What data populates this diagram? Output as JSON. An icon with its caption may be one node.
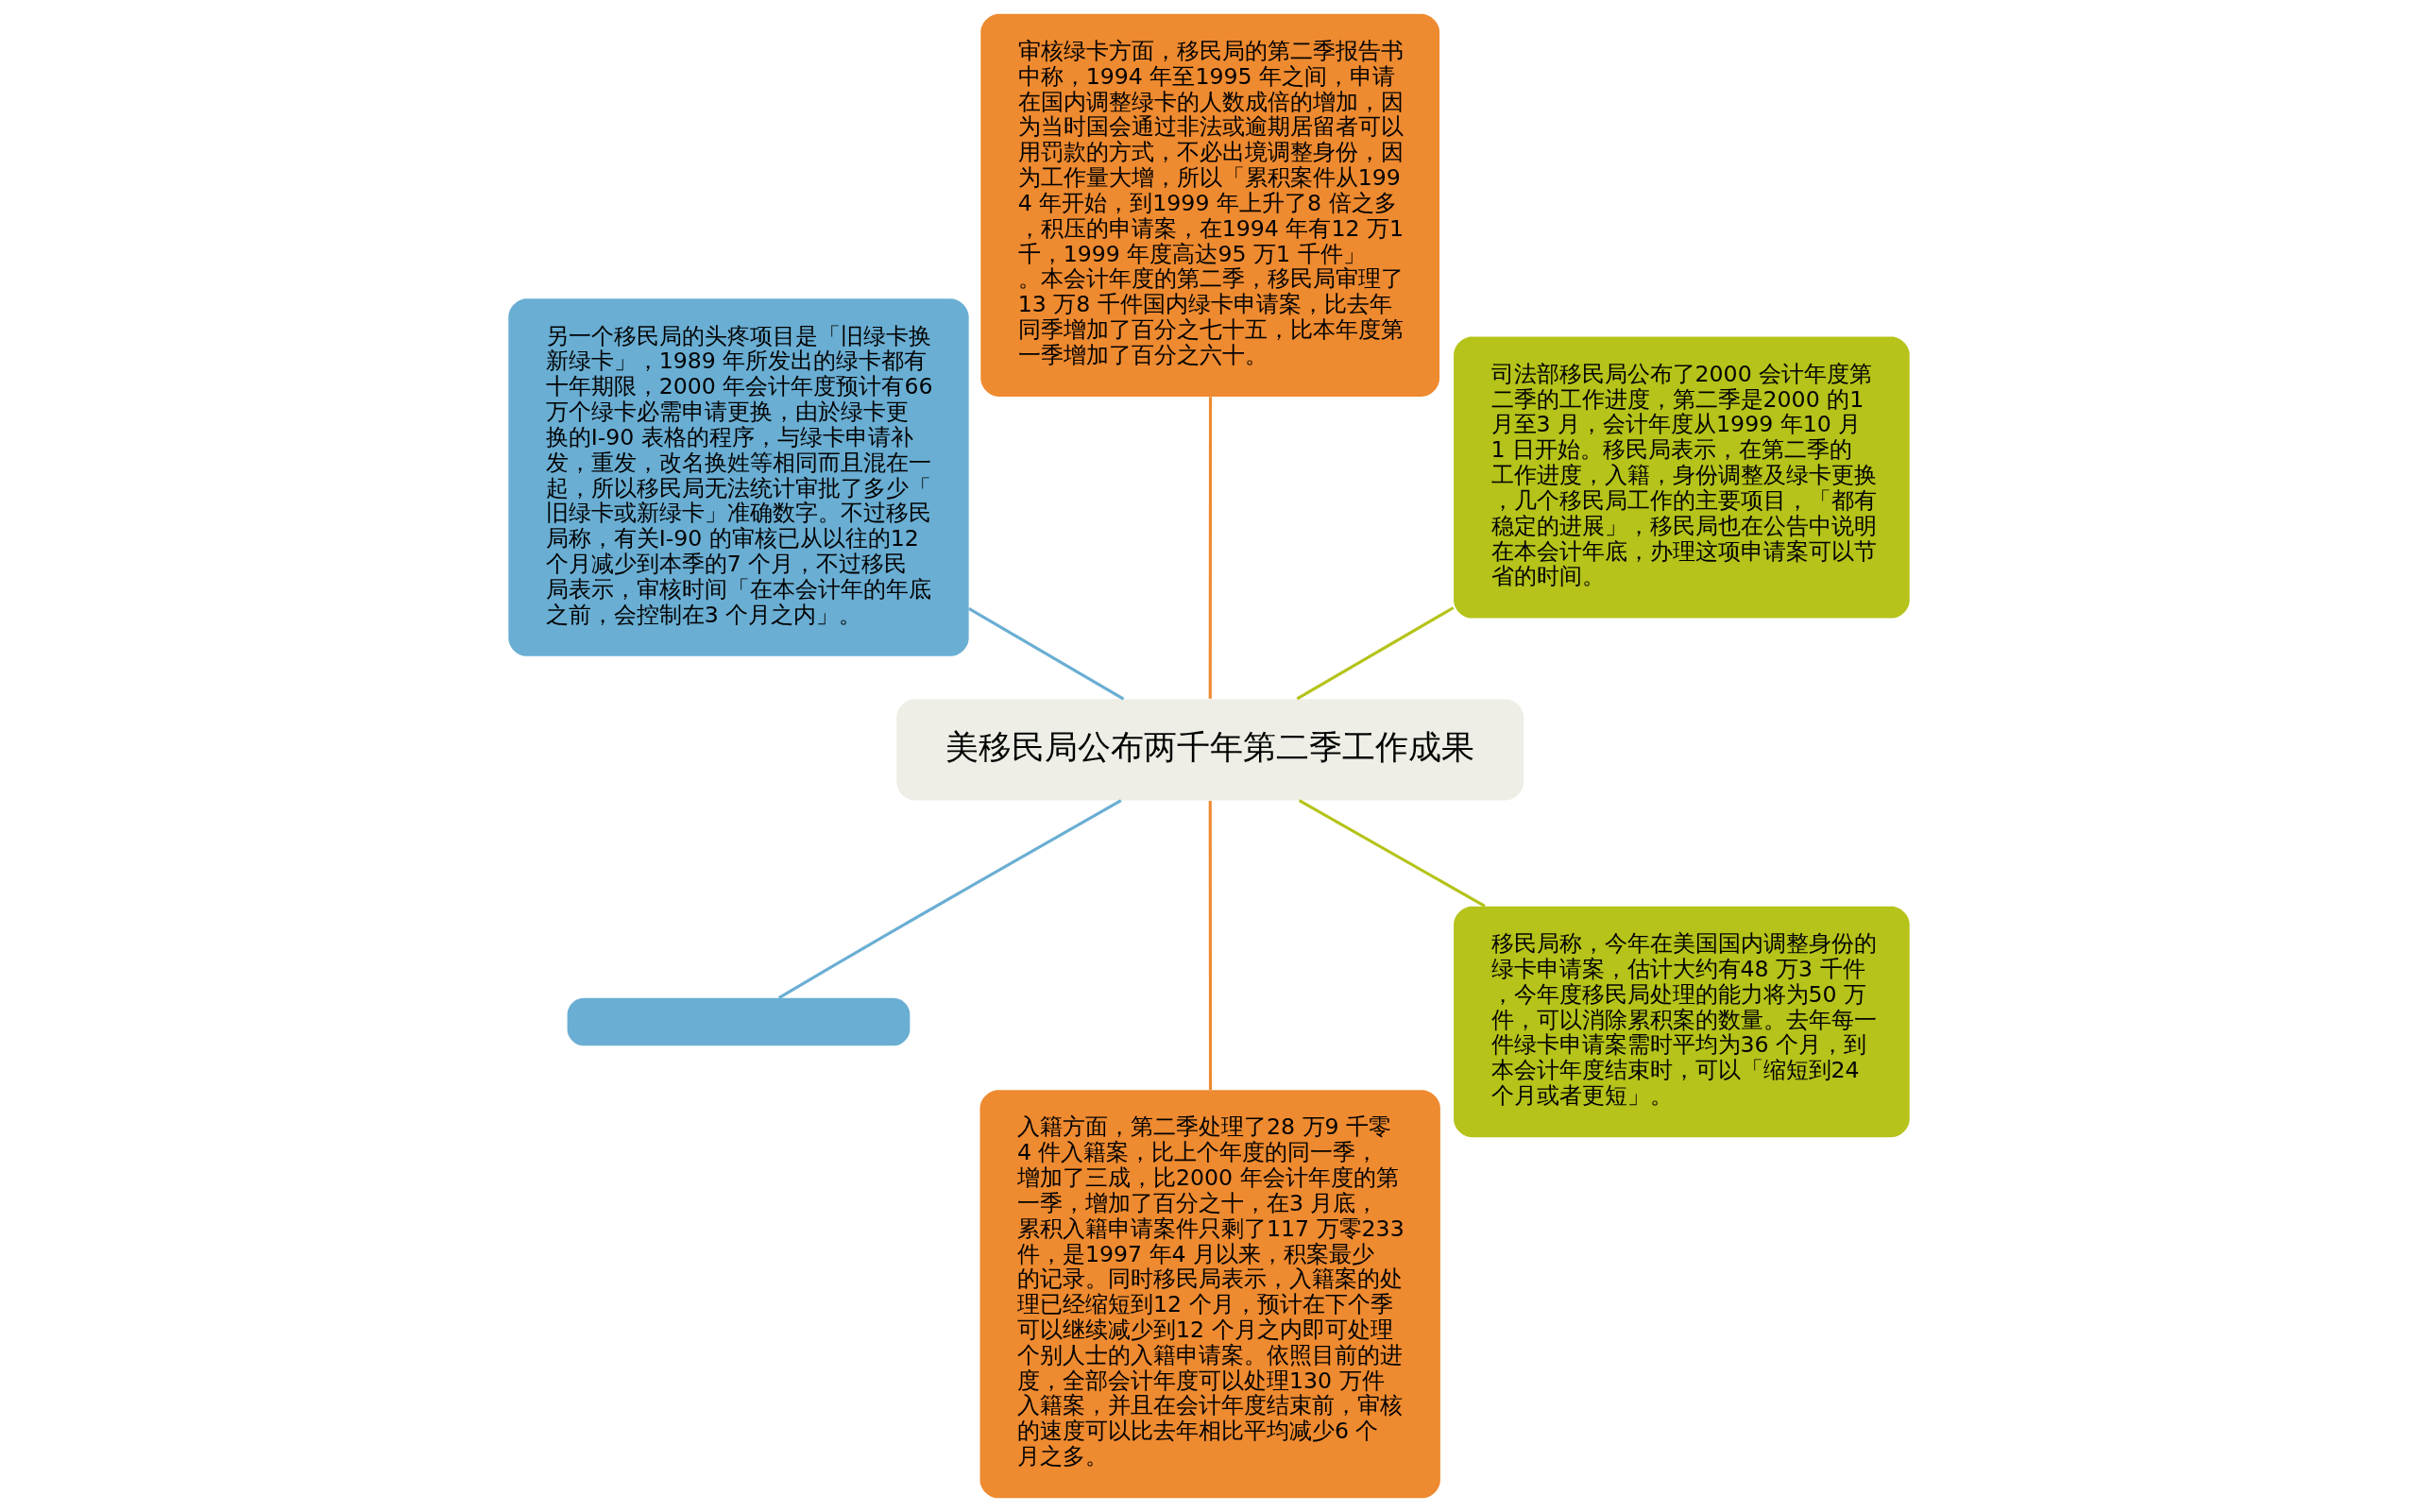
{
  "diagram": {
    "nodes": [
      {
        "text": [
          "美移民局公布两千年第二季工作成果"
        ]
      },
      {
        "text": [
          "司法部移民局公布了2000 会计年度第二季的工作进度，第二季是2000 的1 月至3 月，会计年度从1999 年10 月1 日开始。移民局表示，在第二季的工作进度，入籍，身份调整及绿卡更换，几个移民局工作的主要项目，「都有稳定的进展」，移民局也在公告中说明在本会计年底，办理这项申请案可以节省的时间。"
        ]
      },
      {
        "text": [
          "审核绿卡方面，移民局的第二季报告书中称，1994 年至1995 年之间，申请在国内调整绿卡的人数成倍的增加，因为当时国会通过非法或逾期居留者可以用罚款的方式，不必出境调整身份，因为工作量大增，所以「累积案件从1994 年开始，到1999 年上升了8 倍之多，积压的申请案，在1994 年有12 万1 千，1999 年度高达95 万1 千件」。本会计年度的第二季，移民局审理了13 万8 千件国内绿卡申请案，比去年同季增加了百分之七十五，比本年度第一季增加了百分之六十。"
        ]
      },
      {
        "text": [
          "另一个移民局的头疼项目是「旧绿卡换新绿卡」，1989 年所发出的绿卡都有十年期限，2000 年会计年度预计有66 万个绿卡必需申请更换，由於绿卡更换的I-90 表格的程序，与绿卡申请补发，重发，改名换姓等相同而且混在一起，所以移民局无法统计审批了多少「旧绿卡或新绿卡」准确数字。不过移民局称，有关I-90 的审核已从以往的12 个月减少到本季的7 个月，不过移民局表示，审核时间「在本会计年的年底之前，会控制在3 个月之内」。"
        ]
      },
      {
        "text": [],
        "shape": "box"
      },
      {
        "text": [
          "入籍方面，第二季处理了28 万9 千零4 件入籍案，比上个年度的同一季，增加了三成，比2000 年会计年度的第一季，增加了百分之十，在3 月底，累积入籍申请案件只剩了117 万零233 件，是1997 年4 月以来，积案最少的记录。同时移民局表示，入籍案的处理已经缩短到12 个月，预计在下个季可以继续减少到12 个月之内即可处理个别人士的入籍申请案。依照目前的进度，全部会计年度可以处理130 万件入籍案，并且在会计年度结束前，审核的速度可以比去年相比平均减少6 个月之多。"
        ]
      },
      {
        "text": [
          "移民局称，今年在美国国内调整身份的绿卡申请案，估计大约有48 万3 千件，今年度移民局处理的能力将为50 万件，可以消除累积案的数量。去年每一件绿卡申请案需时平均为36 个月，到本会计年度结束时，可以「缩短到24 个月或者更短」。"
        ]
      }
    ],
    "edges": [
      {
        "from": 0,
        "to": 1,
        "arrow": "none",
        "color": "#b5c31a"
      },
      {
        "from": 0,
        "to": 2,
        "arrow": "none",
        "color": "#ee8a30"
      },
      {
        "from": 0,
        "to": 3,
        "arrow": "none",
        "color": "#6aaed3"
      },
      {
        "from": 0,
        "to": 4,
        "arrow": "none",
        "color": "#6aaed3"
      },
      {
        "from": 0,
        "to": 5,
        "arrow": "none",
        "color": "#ee8a30"
      },
      {
        "from": 0,
        "to": 6,
        "arrow": "none",
        "color": "#b5c31a"
      }
    ]
  }
}
